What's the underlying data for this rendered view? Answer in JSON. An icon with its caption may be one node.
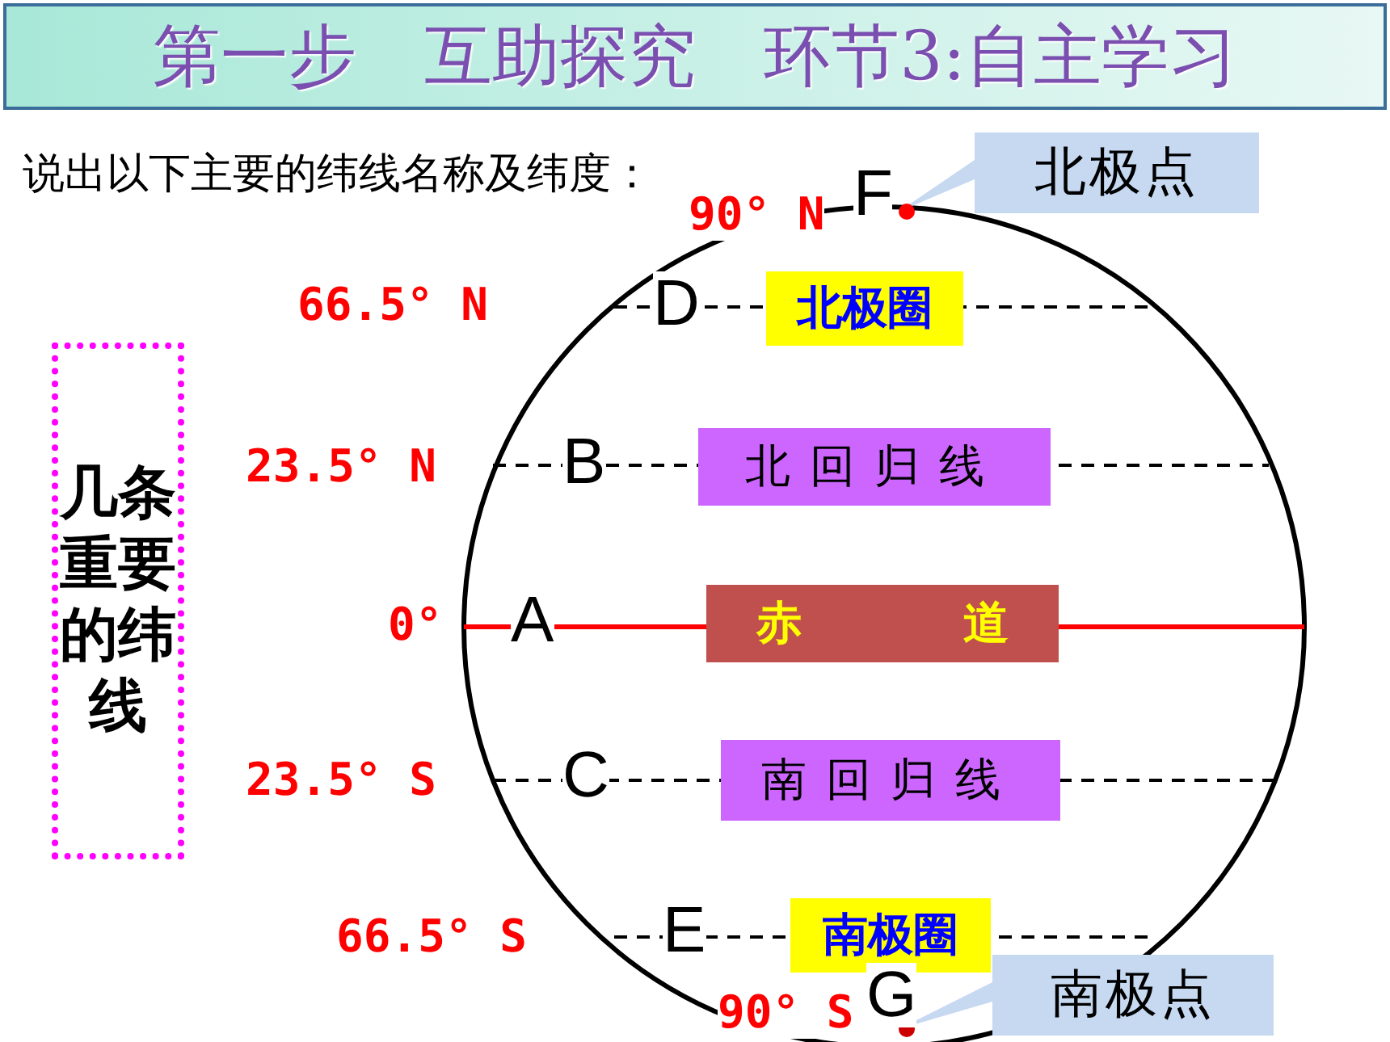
{
  "diagram": {
    "title": "第一步　互助探究　环节3:自主学习",
    "nodes": [
      {
        "text": [
          "几条重要的纬线"
        ]
      },
      {
        "text": [
          "北极圈"
        ]
      },
      {
        "text": [
          "北回归线"
        ]
      },
      {
        "text": [
          "赤道"
        ]
      },
      {
        "text": [
          "南回归线"
        ]
      },
      {
        "text": [
          "南极圈"
        ]
      },
      {
        "text": [
          "北极点"
        ]
      },
      {
        "text": [],
        "shape": "circle"
      },
      {
        "text": [
          "南极点"
        ]
      },
      {
        "text": [],
        "shape": "circle"
      }
    ],
    "edges": [
      {
        "from": 6,
        "to": 7,
        "arrow": "none"
      },
      {
        "from": 8,
        "to": 9,
        "arrow": "none"
      }
    ],
    "labels": [
      "说出以下主要的纬线名称及纬度：",
      "90° N",
      "F",
      "66.5° N",
      "D",
      "23.5° N",
      "B",
      "0°",
      "A",
      "23.5° S",
      "C",
      "66.5° S",
      "E",
      "90° S",
      "G"
    ]
  }
}
